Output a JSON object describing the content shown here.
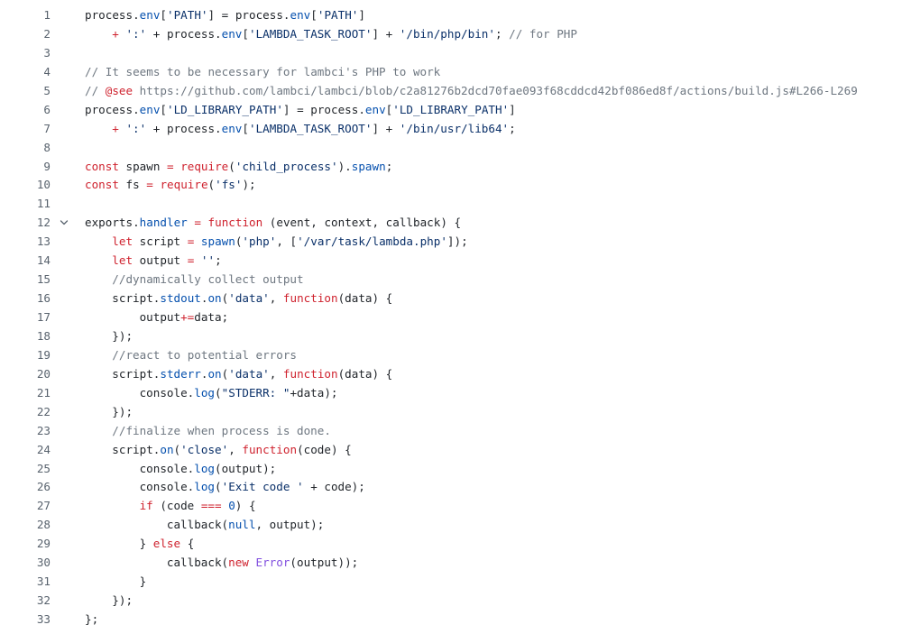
{
  "editor": {
    "language": "javascript",
    "folded_line": 12,
    "colors": {
      "background": "#ffffff",
      "text": "#1f2328",
      "line_number": "#59636e",
      "keyword": "#cf222e",
      "string": "#0a3069",
      "property": "#0550ae",
      "comment": "#6e7781",
      "function": "#8250df"
    },
    "lines": [
      {
        "n": "1",
        "indent": 0,
        "tokens": [
          [
            "process.",
            "plain"
          ],
          [
            "env",
            "prop"
          ],
          [
            "[",
            "plain"
          ],
          [
            "'PATH'",
            "str"
          ],
          [
            "] = process.",
            "plain"
          ],
          [
            "env",
            "prop"
          ],
          [
            "[",
            "plain"
          ],
          [
            "'PATH'",
            "str"
          ],
          [
            "]",
            "plain"
          ]
        ]
      },
      {
        "n": "2",
        "indent": 1,
        "tokens": [
          [
            "+ ",
            "kw"
          ],
          [
            "':'",
            "str"
          ],
          [
            " + process.",
            "plain"
          ],
          [
            "env",
            "prop"
          ],
          [
            "[",
            "plain"
          ],
          [
            "'LAMBDA_TASK_ROOT'",
            "str"
          ],
          [
            "] + ",
            "plain"
          ],
          [
            "'/bin/php/bin'",
            "str"
          ],
          [
            "; ",
            "plain"
          ],
          [
            "// for PHP",
            "com"
          ]
        ]
      },
      {
        "n": "3",
        "indent": 0,
        "tokens": []
      },
      {
        "n": "4",
        "indent": 0,
        "tokens": [
          [
            "// It seems to be necessary for lambci's PHP to work",
            "com"
          ]
        ]
      },
      {
        "n": "5",
        "indent": 0,
        "tokens": [
          [
            "// ",
            "com"
          ],
          [
            "@see",
            "kw"
          ],
          [
            " https://github.com/lambci/lambci/blob/c2a81276b2dcd70fae093f68cddcd42bf086ed8f/actions/build.js#L266-L269",
            "com"
          ]
        ]
      },
      {
        "n": "6",
        "indent": 0,
        "tokens": [
          [
            "process.",
            "plain"
          ],
          [
            "env",
            "prop"
          ],
          [
            "[",
            "plain"
          ],
          [
            "'LD_LIBRARY_PATH'",
            "str"
          ],
          [
            "] = process.",
            "plain"
          ],
          [
            "env",
            "prop"
          ],
          [
            "[",
            "plain"
          ],
          [
            "'LD_LIBRARY_PATH'",
            "str"
          ],
          [
            "]",
            "plain"
          ]
        ]
      },
      {
        "n": "7",
        "indent": 1,
        "tokens": [
          [
            "+ ",
            "kw"
          ],
          [
            "':'",
            "str"
          ],
          [
            " + process.",
            "plain"
          ],
          [
            "env",
            "prop"
          ],
          [
            "[",
            "plain"
          ],
          [
            "'LAMBDA_TASK_ROOT'",
            "str"
          ],
          [
            "] + ",
            "plain"
          ],
          [
            "'/bin/usr/lib64'",
            "str"
          ],
          [
            ";",
            "plain"
          ]
        ]
      },
      {
        "n": "8",
        "indent": 0,
        "tokens": []
      },
      {
        "n": "9",
        "indent": 0,
        "tokens": [
          [
            "const",
            "kw"
          ],
          [
            " spawn ",
            "plain"
          ],
          [
            "=",
            "kw"
          ],
          [
            " ",
            "plain"
          ],
          [
            "require",
            "kw"
          ],
          [
            "(",
            "plain"
          ],
          [
            "'child_process'",
            "str"
          ],
          [
            ").",
            "plain"
          ],
          [
            "spawn",
            "prop"
          ],
          [
            ";",
            "plain"
          ]
        ]
      },
      {
        "n": "10",
        "indent": 0,
        "tokens": [
          [
            "const",
            "kw"
          ],
          [
            " fs ",
            "plain"
          ],
          [
            "=",
            "kw"
          ],
          [
            " ",
            "plain"
          ],
          [
            "require",
            "kw"
          ],
          [
            "(",
            "plain"
          ],
          [
            "'fs'",
            "str"
          ],
          [
            ");",
            "plain"
          ]
        ]
      },
      {
        "n": "11",
        "indent": 0,
        "tokens": []
      },
      {
        "n": "12",
        "indent": 0,
        "tokens": [
          [
            "exports.",
            "plain"
          ],
          [
            "handler",
            "prop"
          ],
          [
            " ",
            "plain"
          ],
          [
            "=",
            "kw"
          ],
          [
            " ",
            "plain"
          ],
          [
            "function",
            "kw"
          ],
          [
            " (event, context, callback) {",
            "plain"
          ]
        ]
      },
      {
        "n": "13",
        "indent": 1,
        "tokens": [
          [
            "let",
            "kw"
          ],
          [
            " script ",
            "plain"
          ],
          [
            "=",
            "kw"
          ],
          [
            " ",
            "plain"
          ],
          [
            "spawn",
            "prop"
          ],
          [
            "(",
            "plain"
          ],
          [
            "'php'",
            "str"
          ],
          [
            ", [",
            "plain"
          ],
          [
            "'/var/task/lambda.php'",
            "str"
          ],
          [
            "]);",
            "plain"
          ]
        ]
      },
      {
        "n": "14",
        "indent": 1,
        "tokens": [
          [
            "let",
            "kw"
          ],
          [
            " output ",
            "plain"
          ],
          [
            "=",
            "kw"
          ],
          [
            " ",
            "plain"
          ],
          [
            "''",
            "str"
          ],
          [
            ";",
            "plain"
          ]
        ]
      },
      {
        "n": "15",
        "indent": 1,
        "tokens": [
          [
            "//dynamically collect output",
            "com"
          ]
        ]
      },
      {
        "n": "16",
        "indent": 1,
        "tokens": [
          [
            "script.",
            "plain"
          ],
          [
            "stdout",
            "prop"
          ],
          [
            ".",
            "plain"
          ],
          [
            "on",
            "prop"
          ],
          [
            "(",
            "plain"
          ],
          [
            "'data'",
            "str"
          ],
          [
            ", ",
            "plain"
          ],
          [
            "function",
            "kw"
          ],
          [
            "(data) {",
            "plain"
          ]
        ]
      },
      {
        "n": "17",
        "indent": 2,
        "tokens": [
          [
            "output",
            "plain"
          ],
          [
            "+=",
            "kw"
          ],
          [
            "data;",
            "plain"
          ]
        ]
      },
      {
        "n": "18",
        "indent": 1,
        "tokens": [
          [
            "});",
            "plain"
          ]
        ]
      },
      {
        "n": "19",
        "indent": 1,
        "tokens": [
          [
            "//react to potential errors",
            "com"
          ]
        ]
      },
      {
        "n": "20",
        "indent": 1,
        "tokens": [
          [
            "script.",
            "plain"
          ],
          [
            "stderr",
            "prop"
          ],
          [
            ".",
            "plain"
          ],
          [
            "on",
            "prop"
          ],
          [
            "(",
            "plain"
          ],
          [
            "'data'",
            "str"
          ],
          [
            ", ",
            "plain"
          ],
          [
            "function",
            "kw"
          ],
          [
            "(data) {",
            "plain"
          ]
        ]
      },
      {
        "n": "21",
        "indent": 2,
        "tokens": [
          [
            "console.",
            "plain"
          ],
          [
            "log",
            "prop"
          ],
          [
            "(",
            "plain"
          ],
          [
            "\"STDERR: \"",
            "str"
          ],
          [
            "+data);",
            "plain"
          ]
        ]
      },
      {
        "n": "22",
        "indent": 1,
        "tokens": [
          [
            "});",
            "plain"
          ]
        ]
      },
      {
        "n": "23",
        "indent": 1,
        "tokens": [
          [
            "//finalize when process is done.",
            "com"
          ]
        ]
      },
      {
        "n": "24",
        "indent": 1,
        "tokens": [
          [
            "script.",
            "plain"
          ],
          [
            "on",
            "prop"
          ],
          [
            "(",
            "plain"
          ],
          [
            "'close'",
            "str"
          ],
          [
            ", ",
            "plain"
          ],
          [
            "function",
            "kw"
          ],
          [
            "(code) {",
            "plain"
          ]
        ]
      },
      {
        "n": "25",
        "indent": 2,
        "tokens": [
          [
            "console.",
            "plain"
          ],
          [
            "log",
            "prop"
          ],
          [
            "(output);",
            "plain"
          ]
        ]
      },
      {
        "n": "26",
        "indent": 2,
        "tokens": [
          [
            "console.",
            "plain"
          ],
          [
            "log",
            "prop"
          ],
          [
            "(",
            "plain"
          ],
          [
            "'Exit code '",
            "str"
          ],
          [
            " + code);",
            "plain"
          ]
        ]
      },
      {
        "n": "27",
        "indent": 2,
        "tokens": [
          [
            "if",
            "kw"
          ],
          [
            " (code ",
            "plain"
          ],
          [
            "===",
            "kw"
          ],
          [
            " ",
            "plain"
          ],
          [
            "0",
            "num"
          ],
          [
            ") {",
            "plain"
          ]
        ]
      },
      {
        "n": "28",
        "indent": 3,
        "tokens": [
          [
            "callback(",
            "plain"
          ],
          [
            "null",
            "prop"
          ],
          [
            ", output);",
            "plain"
          ]
        ]
      },
      {
        "n": "29",
        "indent": 2,
        "tokens": [
          [
            "} ",
            "plain"
          ],
          [
            "else",
            "kw"
          ],
          [
            " {",
            "plain"
          ]
        ]
      },
      {
        "n": "30",
        "indent": 3,
        "tokens": [
          [
            "callback(",
            "plain"
          ],
          [
            "new",
            "kw"
          ],
          [
            " ",
            "plain"
          ],
          [
            "Error",
            "fn"
          ],
          [
            "(output));",
            "plain"
          ]
        ]
      },
      {
        "n": "31",
        "indent": 2,
        "tokens": [
          [
            "}",
            "plain"
          ]
        ]
      },
      {
        "n": "32",
        "indent": 1,
        "tokens": [
          [
            "});",
            "plain"
          ]
        ]
      },
      {
        "n": "33",
        "indent": 0,
        "tokens": [
          [
            "};",
            "plain"
          ]
        ]
      }
    ]
  }
}
